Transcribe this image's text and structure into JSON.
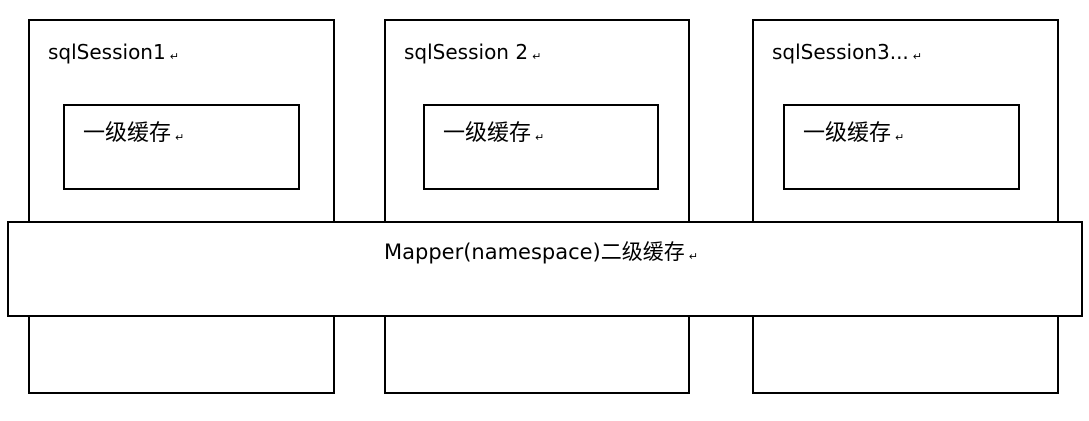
{
  "sessions": [
    {
      "title": "sqlSession1",
      "cache_label": "一级缓存"
    },
    {
      "title": "sqlSession 2",
      "cache_label": "一级缓存"
    },
    {
      "title": "sqlSession3...",
      "cache_label": "一级缓存"
    }
  ],
  "mapper": {
    "label": "Mapper(namespace)二级缓存"
  },
  "return_mark": "↵"
}
